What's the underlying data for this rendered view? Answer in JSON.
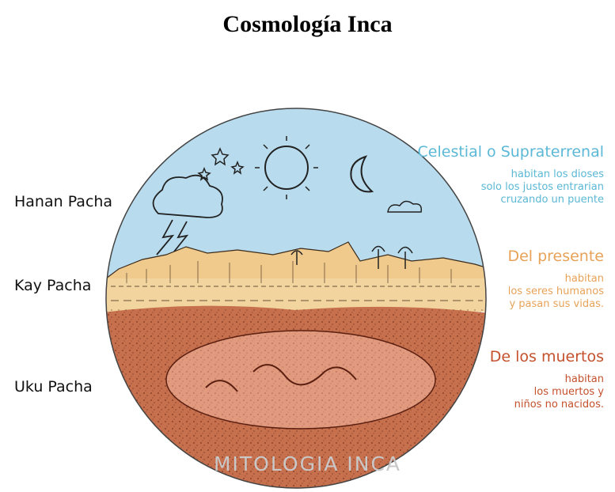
{
  "title": "Cosmología Inca",
  "levels": [
    {
      "name": "Hanan Pacha",
      "heading": "Celestial o Supraterrenal",
      "description": [
        "habitan los dioses",
        "solo los justos entrarian",
        "cruzando un puente"
      ],
      "color": "#5bb8d6"
    },
    {
      "name": "Kay Pacha",
      "heading": "Del presente",
      "description": [
        "habitan",
        "los seres humanos",
        "y pasan sus vidas."
      ],
      "color": "#e8a258"
    },
    {
      "name": "Uku Pacha",
      "heading": "De los muertos",
      "description": [
        "habitan",
        "los muertos y",
        "niños no nacidos."
      ],
      "color": "#c4502c"
    }
  ],
  "watermark": "MITOLOGIA INCA",
  "colors": {
    "sky": "#b8dcee",
    "earth_surface": "#f2d49e",
    "underworld_outer": "#c7704e",
    "underworld_inner": "#e29a7e"
  }
}
